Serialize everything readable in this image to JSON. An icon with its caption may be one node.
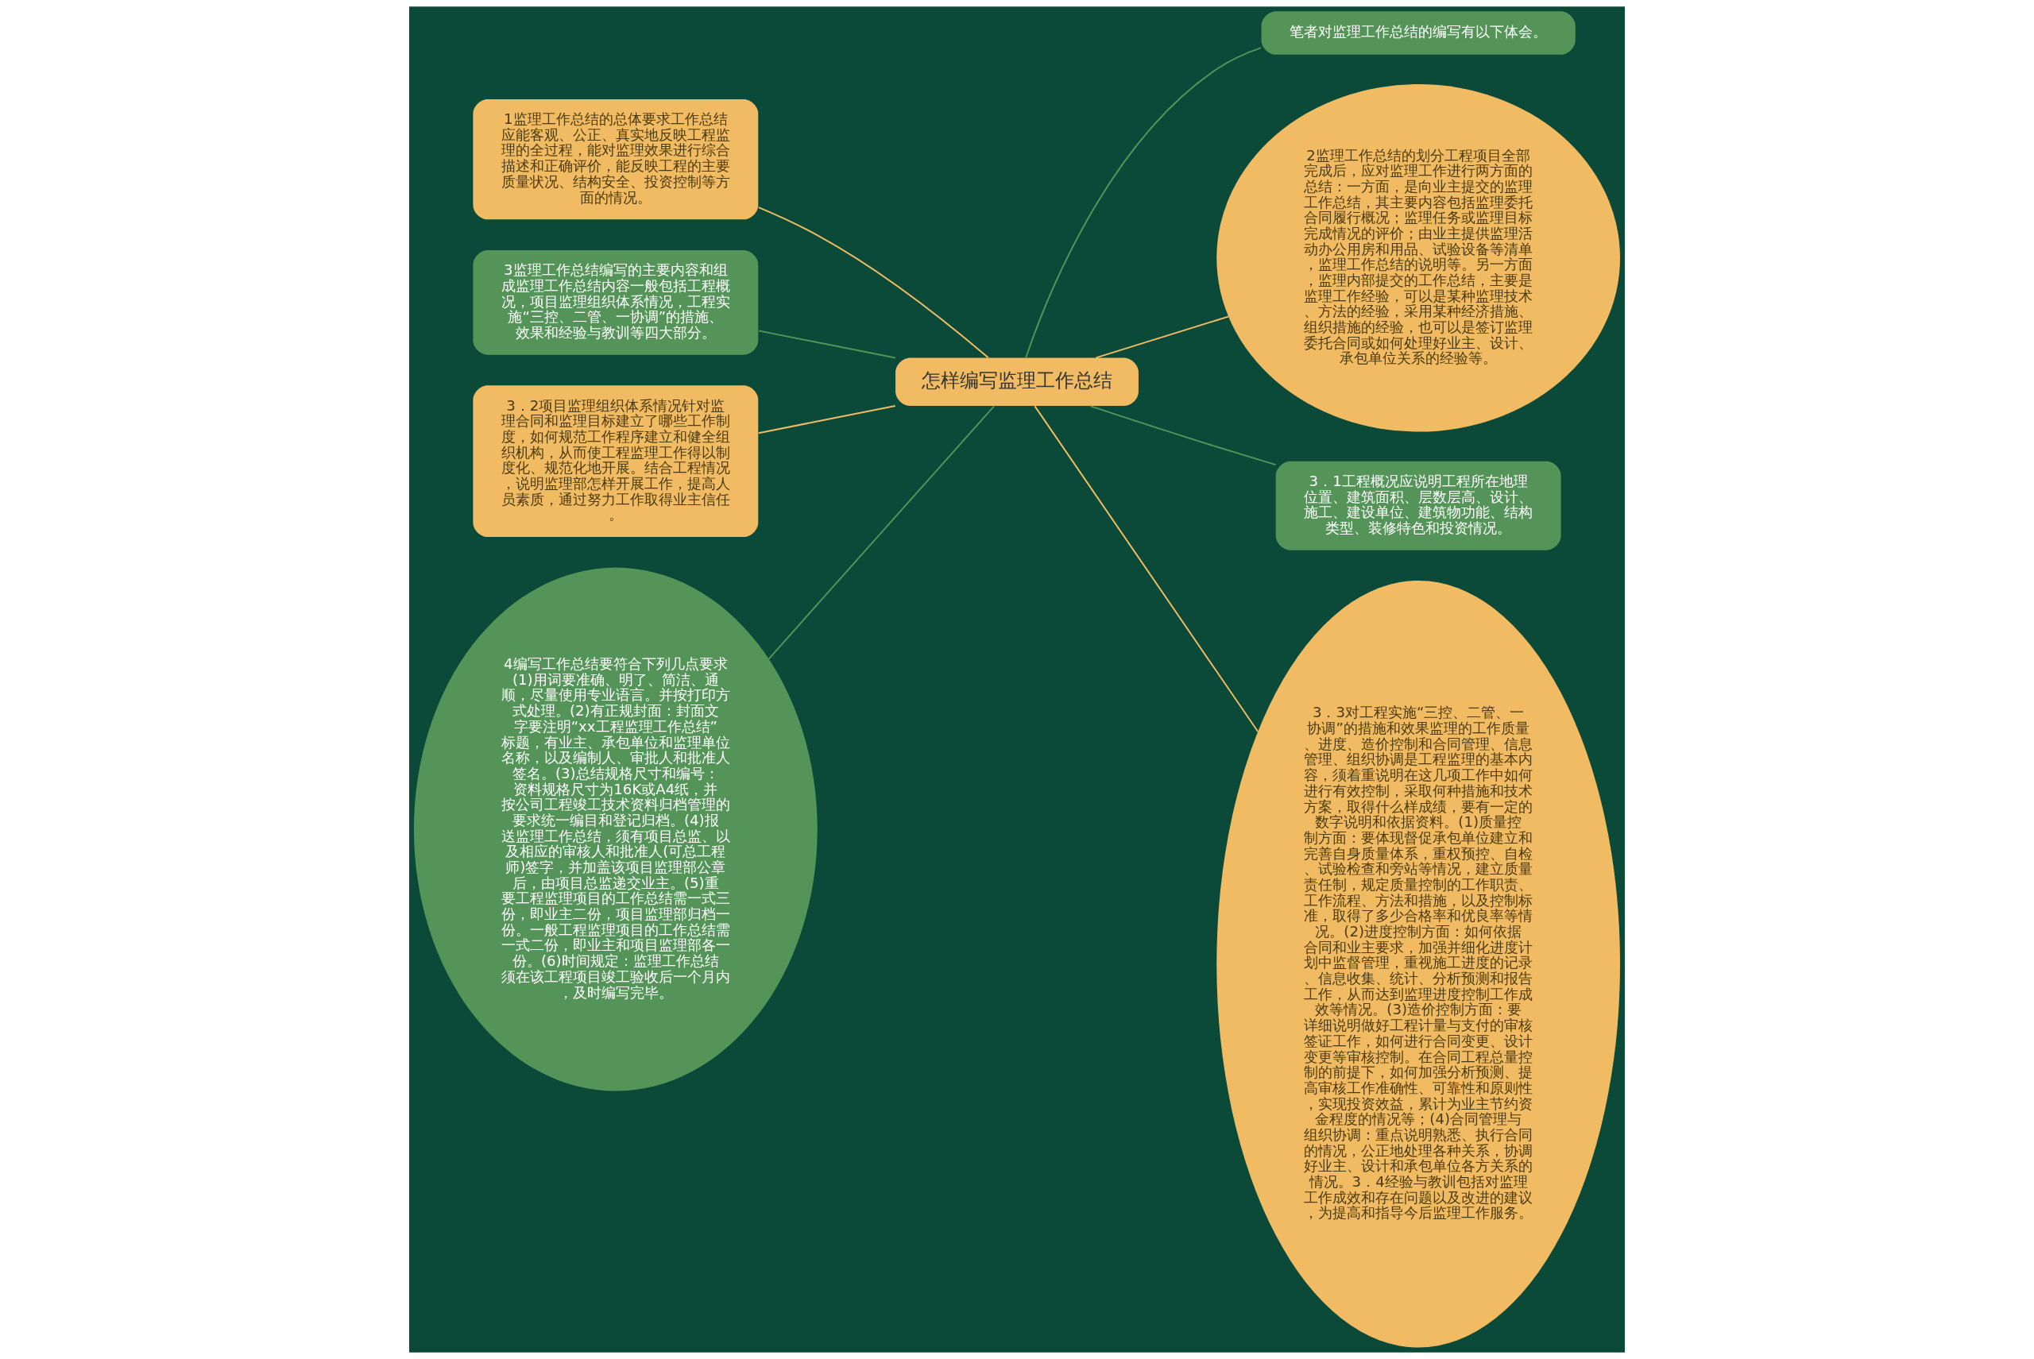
{
  "diagram": {
    "nodes": [
      {
        "text": [
          "怎样编写监理工作总结"
        ]
      },
      {
        "text": [
          "笔者对监理工作总结的编写有以下体会。"
        ]
      },
      {
        "text": [
          "2监理工作总结的划分工程项目全部完成后，应对监理工作进行两方面的总结：一方面，是向业主提交的监理工作总结，其主要内容包括监理委托合同履行概况；监理任务或监理目标完成情况的评价；由业主提供监理活动办公用房和用品、试验设备等清单，监理工作总结的说明等。另一方面，监理内部提交的工作总结，主要是监理工作经验，可以是某种监理技术、方法的经验，采用某种经济措施、组织措施的经验，也可以是签订监理委托合同或如何处理好业主、设计、承包单位关系的经验等。"
        ]
      },
      {
        "text": [
          "3．1工程概况应说明工程所在地理位置、建筑面积、层数层高、设计、施工、建设单位、建筑物功能、结构类型、装修特色和投资情况。"
        ]
      },
      {
        "text": [
          "3．3对工程实施“三控、二管、一协调”的措施和效果监理的工作质量、进度、造价控制和合同管理、信息管理、组织协调是工程监理的基本内容，须着重说明在这几项工作中如何进行有效控制，采取何种措施和技术方案，取得什么样成绩，要有一定的数字说明和依据资料。(1)质量控制方面：要体现督促承包单位建立和完善自身质量体系，重权预控、自检、试验检查和旁站等情况，建立质量责任制，规定质量控制的工作职责、工作流程、方法和措施，以及控制标准，取得了多少合格率和优良率等情况。(2)进度控制方面：如何依据合同和业主要求，加强并细化进度计划中监督管理，重视施工进度的记录、信息收集、统计、分析预测和报告工作，从而达到监理进度控制工作成效等情况。(3)造价控制方面：要详细说明做好工程计量与支付的审核签证工作，如何进行合同变更、设计变更等审核控制。在合同工程总量控制的前提下，如何加强分析预测、提高审核工作准确性、可靠性和原则性，实现投资效益，累计为业主节约资金程度的情况等；(4)合同管理与组织协调：重点说明熟悉、执行合同的情况，公正地处理各种关系，协调好业主、设计和承包单位各方关系的情况。3．4经验与教训包括对监理工作成效和存在问题以及改进的建议，为提高和指导今后监理工作服务。"
        ]
      },
      {
        "text": [
          "1监理工作总结的总体要求工作总结应能客观、公正、真实地反映工程监理的全过程，能对监理效果进行综合描述和正确评价，能反映工程的主要质量状况、结构安全、投资控制等方面的情况。"
        ]
      },
      {
        "text": [
          "3监理工作总结编写的主要内容和组成监理工作总结内容一般包括工程概况，项目监理组织体系情况，工程实施“三控、二管、一协调”的措施、效果和经验与教训等四大部分。"
        ]
      },
      {
        "text": [
          "3．2项目监理组织体系情况针对监理合同和监理目标建立了哪些工作制度，如何规范工作程序建立和健全组织机构，从而使工程监理工作得以制度化、规范化地开展。结合工程情况，说明监理部怎样开展工作，提高人员素质，通过努力工作取得业主信任。"
        ]
      },
      {
        "text": [
          "4编写工作总结要符合下列几点要求(1)用词要准确、明了、简洁、通顺，尽量使用专业语言。并按打印方式处理。(2)有正规封面：封面文字要注明“xx工程监理工作总结”标题，有业主、承包单位和监理单位名称，以及编制人、审批人和批准人签名。(3)总结规格尺寸和编号：资料规格尺寸为16K或A4纸，并按公司工程竣工技术资料归档管理的要求统一编目和登记归档。(4)报送监理工作总结，须有项目总监、以及相应的审核人和批准人(可总工程师)签字，并加盖该项目监理部公章后，由项目总监递交业主。(5)重要工程监理项目的工作总结需一式三份，即业主二份，项目监理部归档一份。一般工程监理项目的工作总结需一式二份，即业主和项目监理部各一份。(6)时间规定：监理工作总结须在该工程项目竣工验收后一个月内，及时编写完毕。"
        ]
      }
    ],
    "edges": [
      {
        "from": 0,
        "to": 1,
        "arrow": "none"
      },
      {
        "from": 0,
        "to": 2,
        "arrow": "none",
        "color": "#f0bb62"
      },
      {
        "from": 0,
        "to": 3,
        "arrow": "none"
      },
      {
        "from": 0,
        "to": 4,
        "arrow": "none",
        "color": "#f0bb62"
      },
      {
        "from": 0,
        "to": 5,
        "arrow": "none",
        "color": "#f0bb62"
      },
      {
        "from": 0,
        "to": 6,
        "arrow": "none"
      },
      {
        "from": 0,
        "to": 7,
        "arrow": "none",
        "color": "#f0bb62"
      },
      {
        "from": 0,
        "to": 8,
        "arrow": "none"
      }
    ]
  }
}
